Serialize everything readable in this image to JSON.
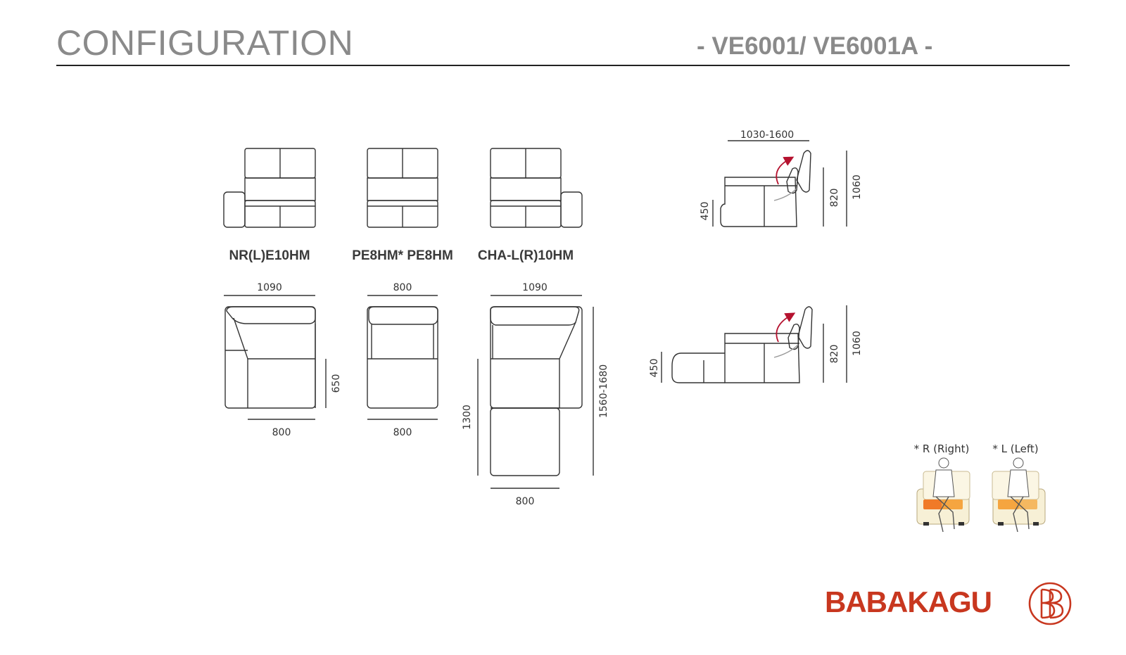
{
  "header": {
    "title": "CONFIGURATION",
    "model_range": "- VE6001/ VE6001A -"
  },
  "modules": [
    {
      "name": "NR(L)E10HM",
      "width_top": "1090",
      "width_bottom": "800",
      "depth": "650"
    },
    {
      "name": "PE8HM* PE8HM",
      "width_top": "800",
      "width_bottom": "800"
    },
    {
      "name": "CHA-L(R)10HM",
      "width_top": "1090",
      "width_bottom": "800",
      "length_seat": "1300",
      "length_total": "1560-1680"
    }
  ],
  "side_views": {
    "recline_range": "1030-1600",
    "seat_height": "450",
    "back_height": "820",
    "headrest_height": "1060",
    "chaise_seat_height": "450",
    "chaise_back_height": "820",
    "chaise_headrest_height": "1060"
  },
  "legend": {
    "right_label": "* R (Right)",
    "left_label": "* L (Left)"
  },
  "brand": {
    "name": "BABAKAGU",
    "color": "#c8371f"
  },
  "colors": {
    "line": "#333333",
    "arrow": "#b5122f",
    "accent_orange": "#f07a28",
    "sofa_cream": "#f7f0d6"
  }
}
